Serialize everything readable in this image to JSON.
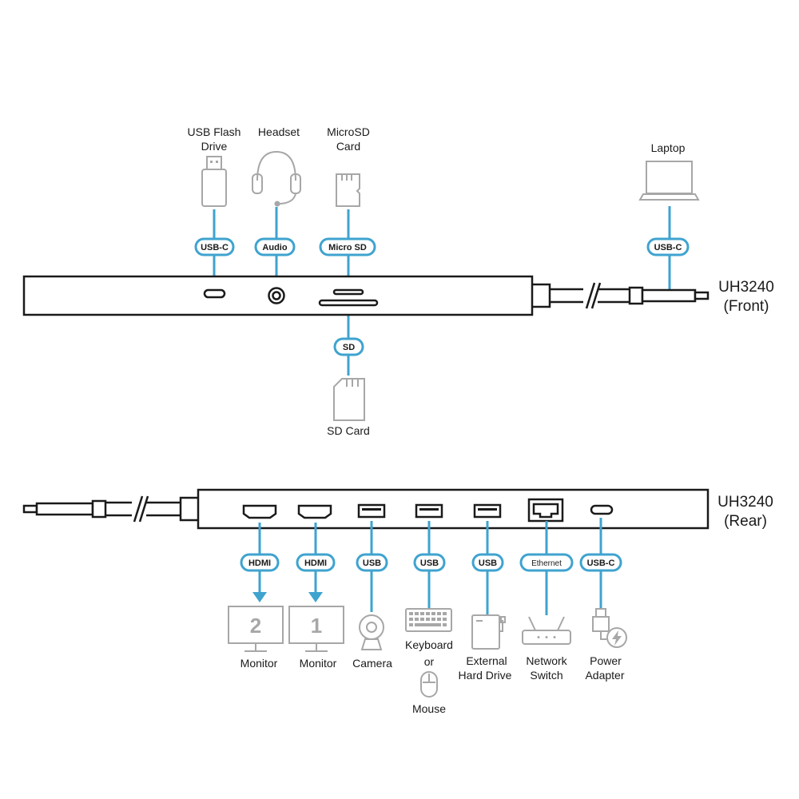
{
  "front": {
    "model": "UH3240",
    "side": "(Front)",
    "devices": {
      "usb_flash": [
        "USB Flash",
        "Drive"
      ],
      "headset": "Headset",
      "microsd_card": [
        "MicroSD",
        "Card"
      ],
      "sd_card": "SD Card",
      "laptop": "Laptop"
    },
    "ports": {
      "usbc": "USB-C",
      "audio": "Audio",
      "microsd": "Micro SD",
      "sd": "SD",
      "laptop_usbc": "USB-C"
    }
  },
  "rear": {
    "model": "UH3240",
    "side": "(Rear)",
    "ports": {
      "hdmi2": "HDMI",
      "hdmi1": "HDMI",
      "usb_camera": "USB",
      "usb_keyboard": "USB",
      "usb_drive": "USB",
      "ethernet": "Ethernet",
      "usbc_power": "USB-C"
    },
    "devices": {
      "monitor2_label": "Monitor",
      "monitor2_number": "2",
      "monitor1_label": "Monitor",
      "monitor1_number": "1",
      "camera": "Camera",
      "keyboard": "Keyboard",
      "or": "or",
      "mouse": "Mouse",
      "external_drive": [
        "External",
        "Hard Drive"
      ],
      "network_switch": [
        "Network",
        "Switch"
      ],
      "power_adapter": [
        "Power",
        "Adapter"
      ]
    }
  },
  "colors": {
    "accent": "#3fa3cf",
    "device_gray": "#a7a7a7",
    "outline": "#1a1a1a"
  }
}
